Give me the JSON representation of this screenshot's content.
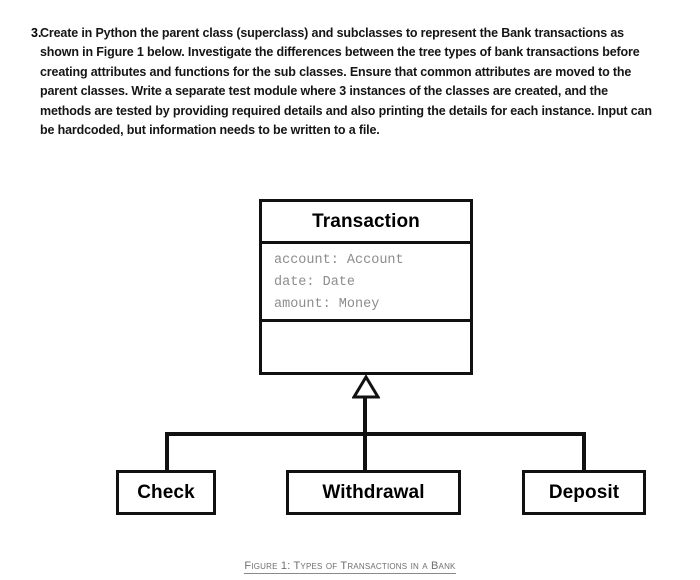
{
  "question": {
    "number": "3.",
    "text": "Create in Python the parent class (superclass) and subclasses to represent the Bank transactions as shown in Figure 1 below. Investigate the differences between the tree types of bank transactions before creating attributes and functions for the sub classes. Ensure that common attributes are moved to the parent classes. Write a separate test module where 3 instances of the classes are created, and the methods are tested by providing required details and also printing the details for each instance. Input can be hardcoded, but information needs to be written to a file."
  },
  "diagram": {
    "superclass": {
      "name": "Transaction",
      "attributes": [
        "account: Account",
        "date: Date",
        "amount: Money"
      ],
      "operations": []
    },
    "relationship": "generalization",
    "subclasses": [
      {
        "name": "Check"
      },
      {
        "name": "Withdrawal"
      },
      {
        "name": "Deposit"
      }
    ]
  },
  "caption": {
    "text": "Figure 1: Types of Transactions in a Bank"
  },
  "colors": {
    "stroke": "#111111",
    "attribute_text": "#8d8d8d",
    "caption_text": "#6f6f6f",
    "background": "#ffffff"
  }
}
